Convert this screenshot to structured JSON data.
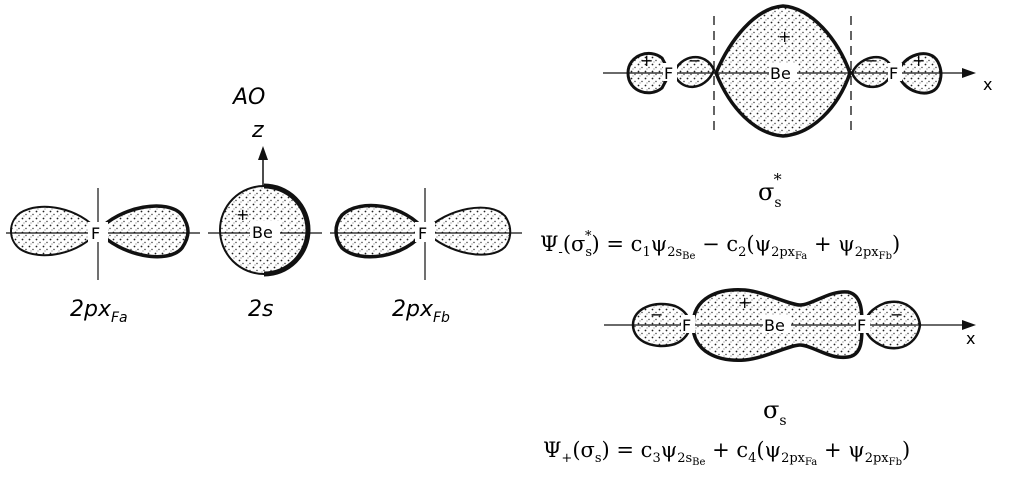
{
  "atomic_orbitals": {
    "heading": "AO",
    "axis_z": "z",
    "left_label_main": "2px",
    "left_label_sub": "Fa",
    "center_label": "2s",
    "right_label_main": "2px",
    "right_label_sub": "Fb",
    "center_atom": "Be",
    "side_atom": "F",
    "plus_sign": "+"
  },
  "antibonding": {
    "symbol": "σ",
    "symbol_sub": "s",
    "symbol_sup": "*",
    "axis_x": "x",
    "atom_f": "F",
    "atom_be": "Be",
    "plus": "+",
    "minus": "−",
    "eq_psi": "Ψ",
    "eq_psi_sub": "-",
    "eq_lhs_arg": "(σ",
    "eq_lhs_arg_sub": "s",
    "eq_lhs_arg_sup": "*",
    "eq_lhs_close": ") = c",
    "eq_c1": "1",
    "eq_psi2": "ψ",
    "eq_2s": "2s",
    "eq_be": "Be",
    "eq_minus_c": " − c",
    "eq_c2": "2",
    "eq_open": "(ψ",
    "eq_2px_a": "2px",
    "eq_fa": "Fa",
    "eq_plus_psi": " + ψ",
    "eq_2px_b": "2px",
    "eq_fb": "Fb",
    "eq_close": ")"
  },
  "bonding": {
    "symbol": "σ",
    "symbol_sub": "s",
    "axis_x": "x",
    "atom_f": "F",
    "atom_be": "Be",
    "plus": "+",
    "minus": "−",
    "eq_psi": "Ψ",
    "eq_psi_sub": "+",
    "eq_lhs_arg": "(σ",
    "eq_lhs_arg_sub": "s",
    "eq_lhs_close": ") = c",
    "eq_c3": "3",
    "eq_psi2": "ψ",
    "eq_2s": "2s",
    "eq_be": "Be",
    "eq_plus_c": " + c",
    "eq_c4": "4",
    "eq_open": "(ψ",
    "eq_2px_a": "2px",
    "eq_fa": "Fa",
    "eq_plus_psi": " + ψ",
    "eq_2px_b": "2px",
    "eq_fb": "Fb",
    "eq_close": ")"
  }
}
